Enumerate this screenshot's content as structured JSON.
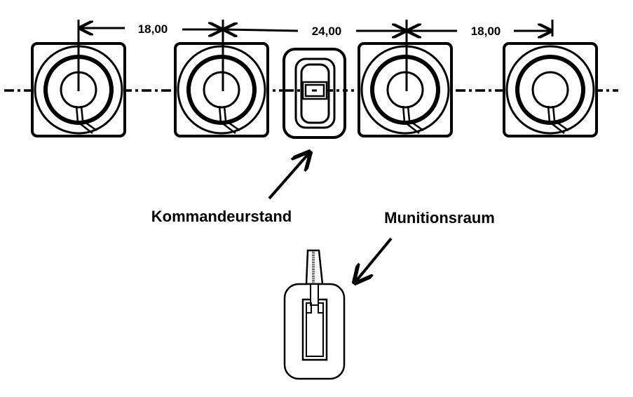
{
  "dimensions": [
    "18,00",
    "24,00",
    "18,00"
  ],
  "labels": {
    "command_post": "Kommandeurstand",
    "ammo_room": "Munitionsraum"
  },
  "colors": {
    "stroke": "#000000",
    "background": "#ffffff"
  }
}
